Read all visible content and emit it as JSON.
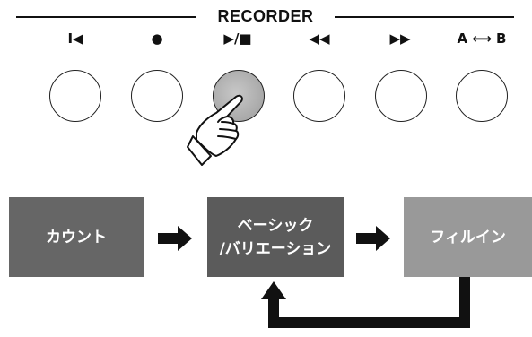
{
  "recorder": {
    "title": "RECORDER",
    "buttons": [
      {
        "symbol": "I◀",
        "icon": "rewind-to-start-icon"
      },
      {
        "symbol": "●",
        "icon": "record-icon"
      },
      {
        "symbol": "▶/■",
        "icon": "play-stop-icon",
        "pressed": true
      },
      {
        "symbol": "◀◀",
        "icon": "rewind-icon"
      },
      {
        "symbol": "▶▶",
        "icon": "fast-forward-icon"
      },
      {
        "symbol": "A ⟷ B",
        "icon": "ab-repeat-icon"
      }
    ]
  },
  "flow": {
    "step1": "カウント",
    "step2_line1": "ベーシック",
    "step2_line2": "/バリエーション",
    "step3": "フィルイン"
  },
  "colors": {
    "step1": "#666666",
    "step2": "#5b5b5b",
    "step3": "#999999",
    "pressed_button": "#a9a9a9"
  }
}
